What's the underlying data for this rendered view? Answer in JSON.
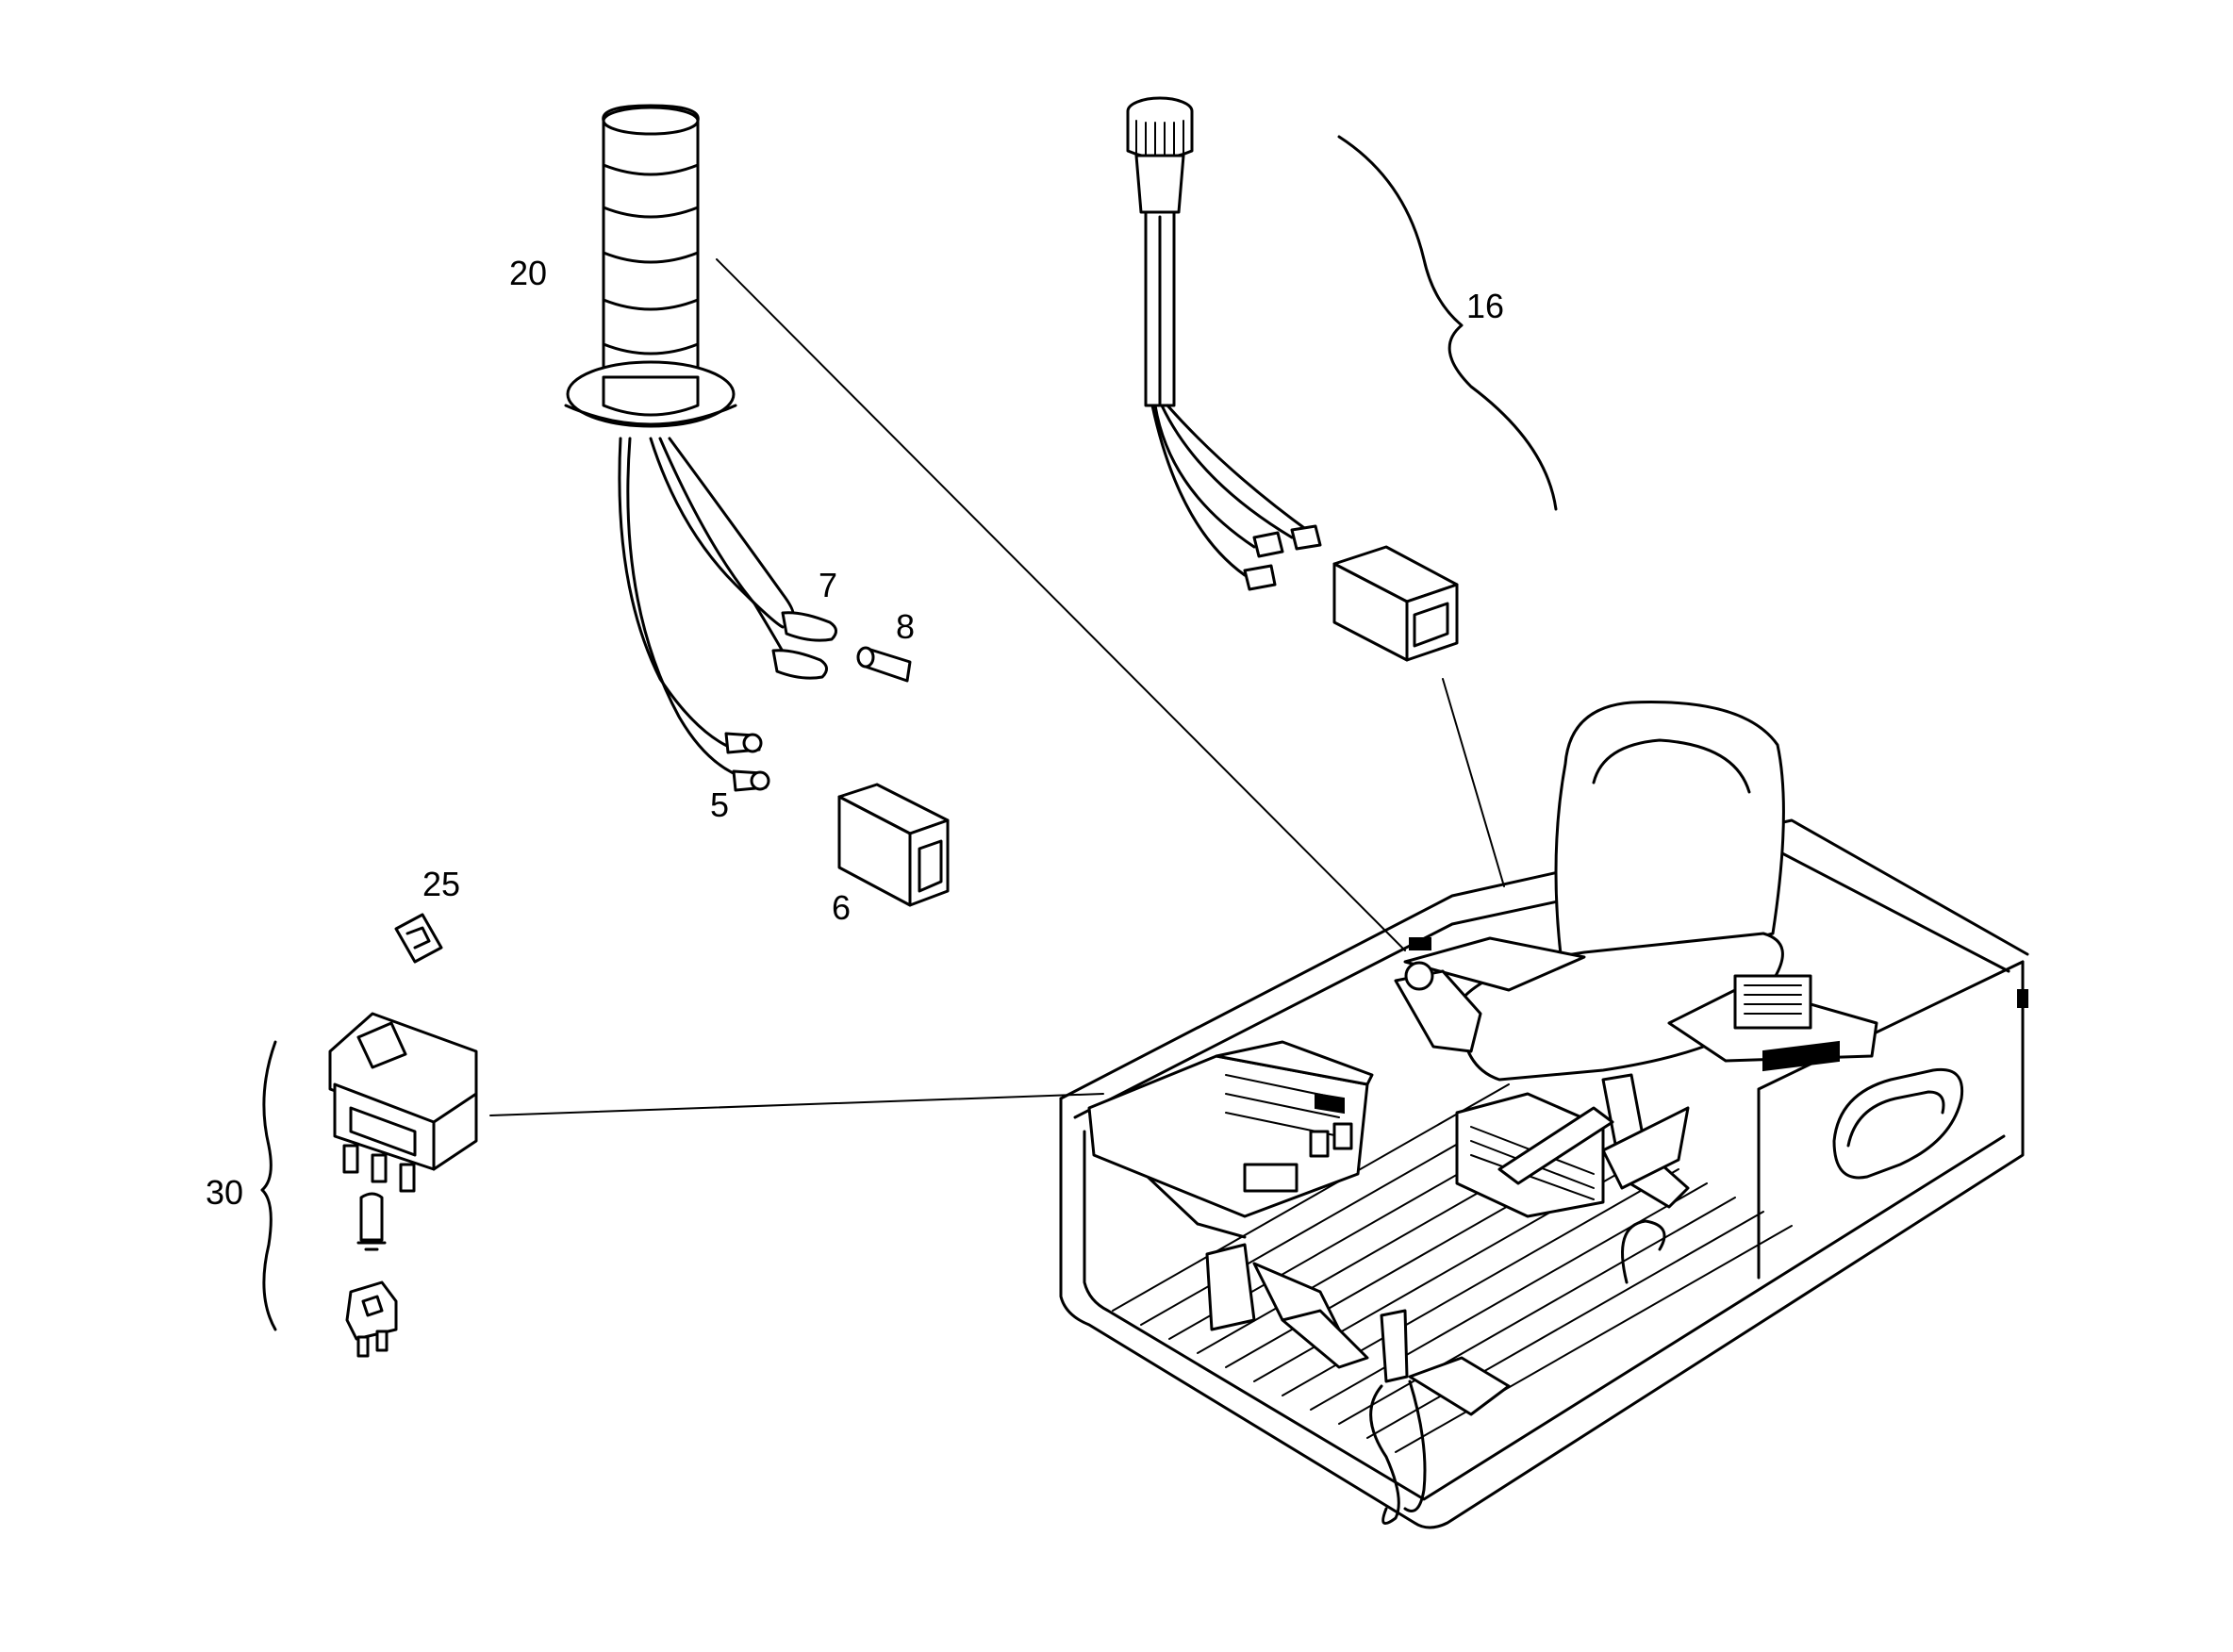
{
  "labels": {
    "part_20": "20",
    "part_16": "16",
    "part_7": "7",
    "part_8": "8",
    "part_5": "5",
    "part_6": "6",
    "part_25": "25",
    "part_30": "30"
  },
  "colors": {
    "ink": "#000000",
    "paper": "#ffffff"
  }
}
